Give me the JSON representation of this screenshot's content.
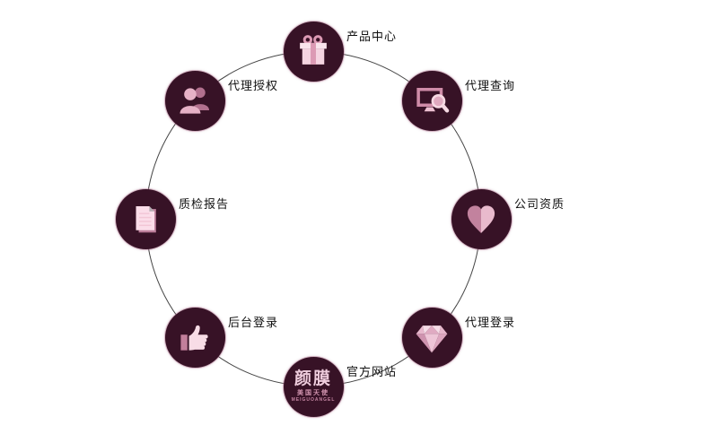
{
  "diagram": {
    "title": "circular brand navigation diagram",
    "nodes": [
      {
        "id": "product-center",
        "label": "产品中心",
        "icon": "gift-icon"
      },
      {
        "id": "agent-query",
        "label": "代理查询",
        "icon": "monitor-search-icon"
      },
      {
        "id": "company-qualification",
        "label": "公司资质",
        "icon": "heart-icon"
      },
      {
        "id": "agent-login",
        "label": "代理登录",
        "icon": "diamond-icon"
      },
      {
        "id": "official-website",
        "label": "官方网站",
        "icon": "brand-logo"
      },
      {
        "id": "backend-login",
        "label": "后台登录",
        "icon": "thumbs-up-icon"
      },
      {
        "id": "quality-report",
        "label": "质检报告",
        "icon": "document-icon"
      },
      {
        "id": "agent-authorization",
        "label": "代理授权",
        "icon": "users-icon"
      }
    ],
    "brand_logo": {
      "brand": "颜膜",
      "sub_cn": "美国天使",
      "sub_en": "MEIGUOANGEL"
    },
    "colors": {
      "bubble_bg": "#371226",
      "ring_line": "#454545",
      "pink_lightest": "#f8dce6",
      "pink_light": "#eec5d7",
      "pink_medium": "#d59ab5",
      "pink_dark": "#b2708e",
      "label_text": "#111111"
    }
  }
}
